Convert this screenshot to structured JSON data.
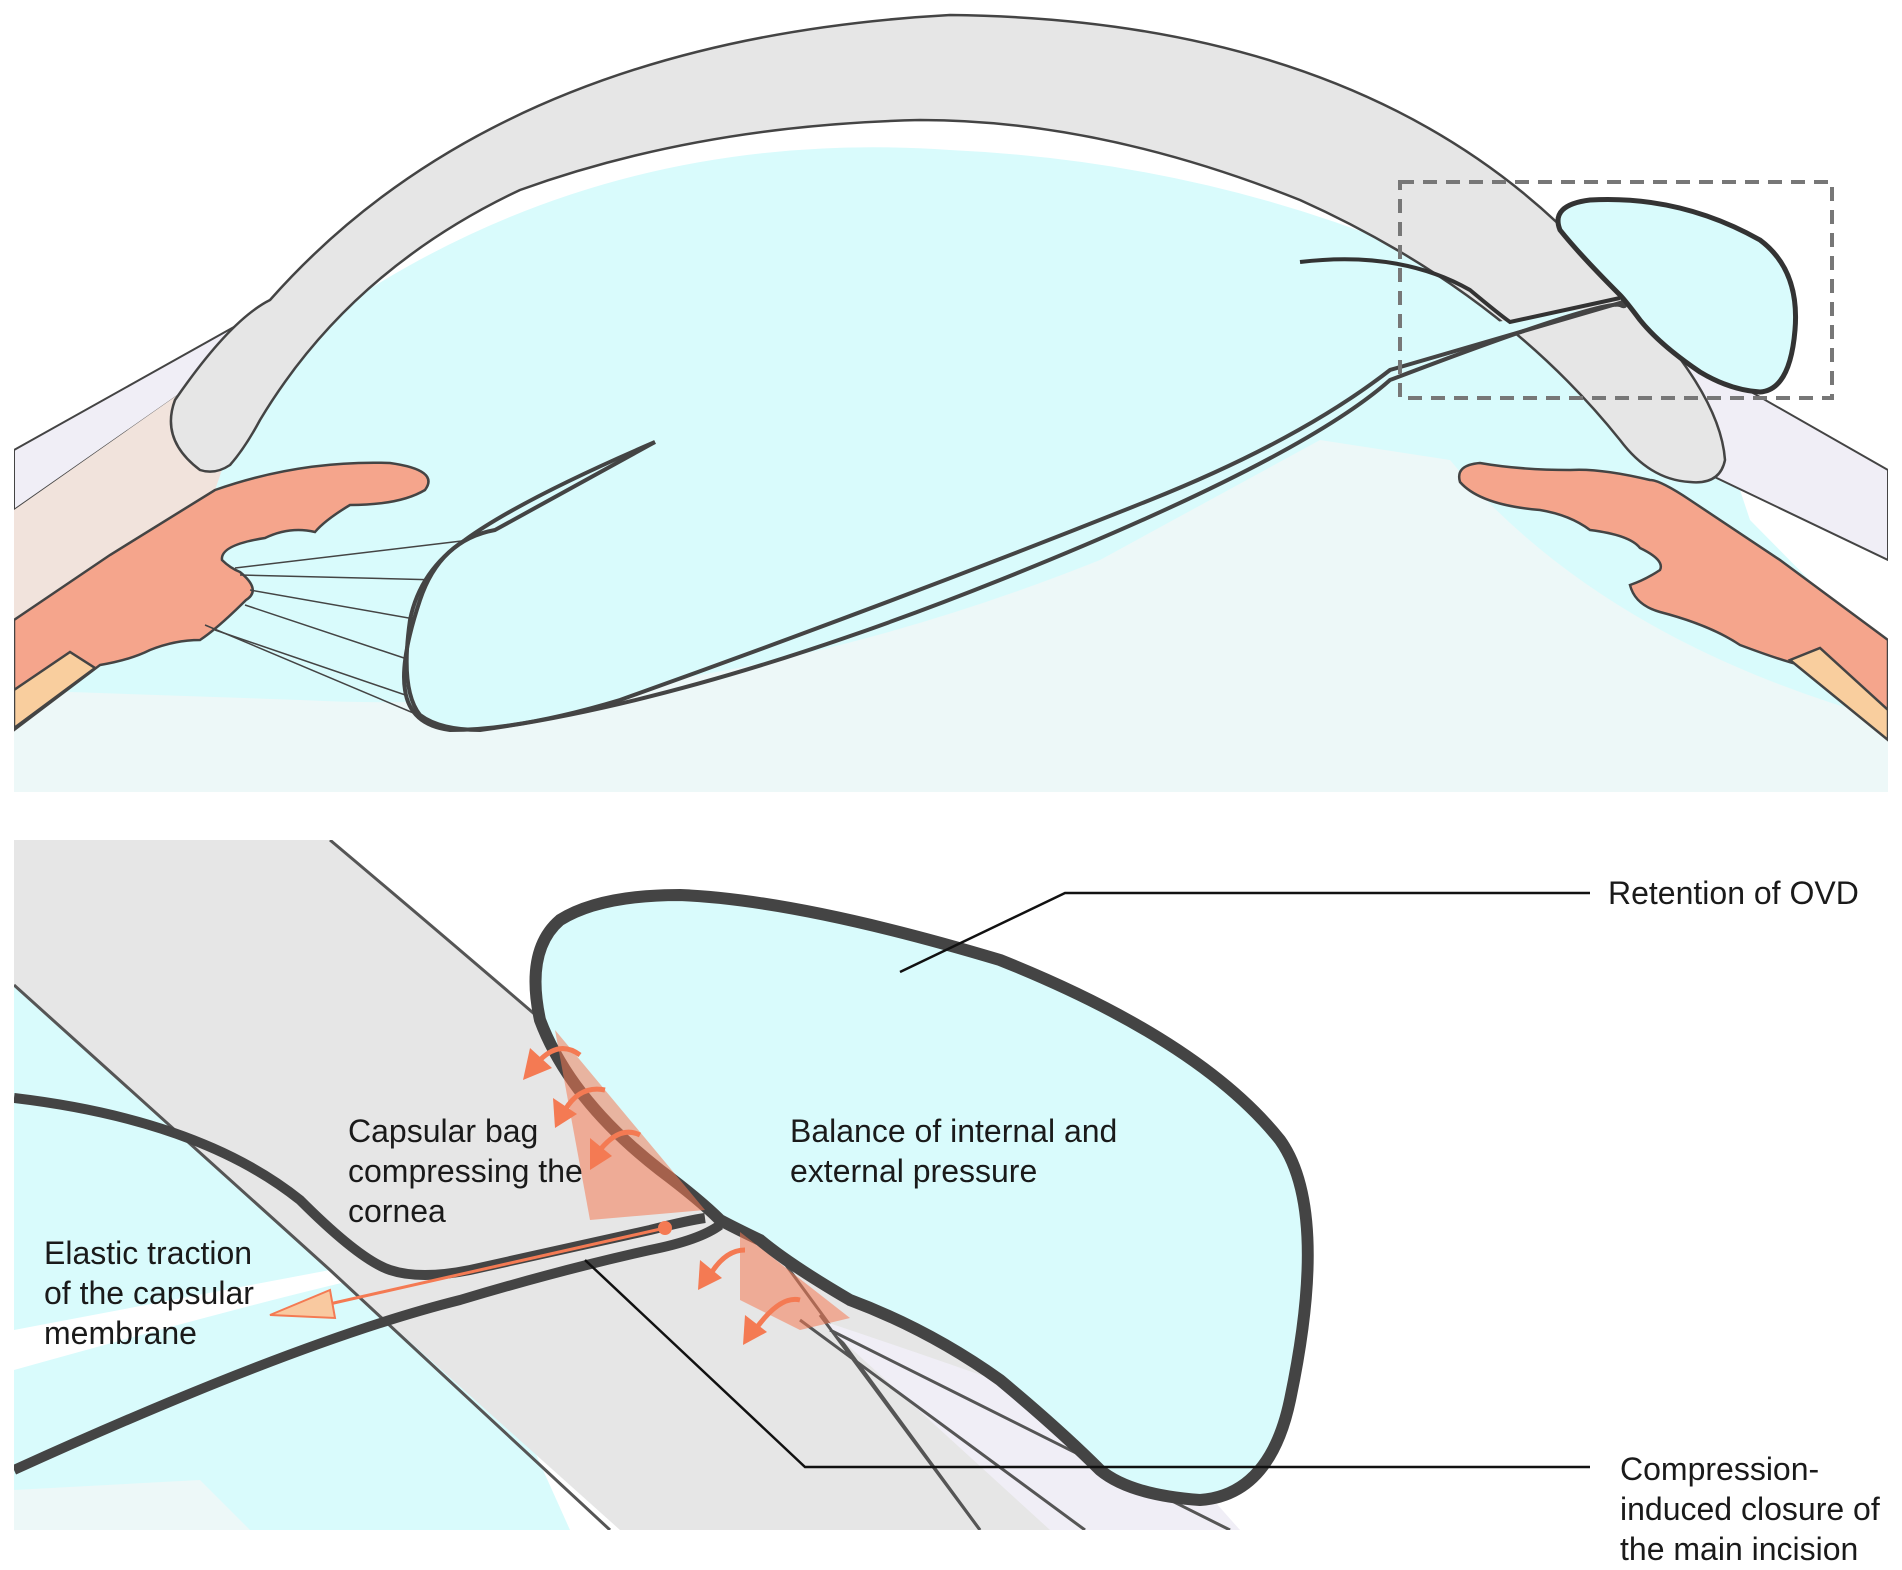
{
  "figure": {
    "top_panel_name": "anterior-segment-overview",
    "bottom_panel_name": "incision-detail-view"
  },
  "labels": {
    "retention": "Retention of OVD",
    "balance_line1": "Balance of internal and",
    "balance_line2": "external pressure",
    "capsular_line1": "Capsular bag",
    "capsular_line2": "compressing the",
    "capsular_line3": "cornea",
    "elastic_line1": "Elastic traction",
    "elastic_line2": "of the capsular",
    "elastic_line3": "membrane",
    "closure_line1": "Compression-",
    "closure_line2": "induced closure of",
    "closure_line3": "the main incision"
  },
  "colors": {
    "cornea": "#e6e6e6",
    "aqueous": "#d9fbfc",
    "iris": "#f5a58c",
    "ciliary_tan": "#f1e3dc",
    "lens_yellow": "#f9ce9e",
    "sclera_lavender": "#f0eef6",
    "vitreous": "#edf8f8",
    "outline": "#444444",
    "arrow_orange": "#f47a53",
    "dashed_box": "#777777"
  }
}
